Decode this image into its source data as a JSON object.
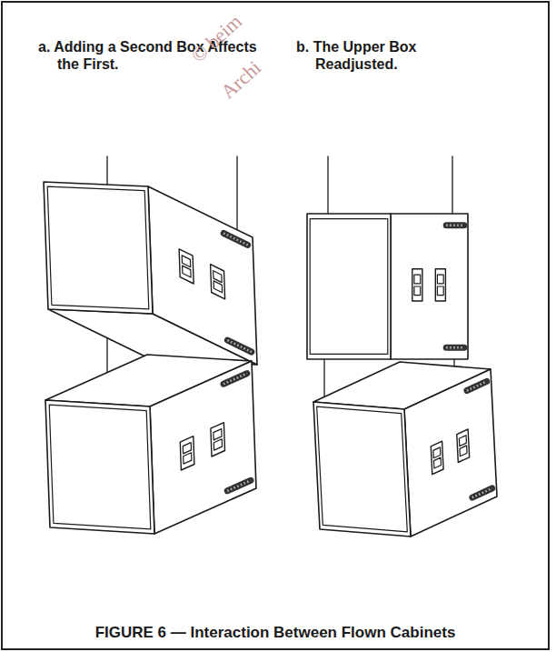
{
  "diagram": {
    "caption": "FIGURE 6 — Interaction Between Flown Cabinets",
    "labels": [
      "a. Adding a Second Box Affects the First.",
      "b. The Upper Box Readjusted.",
      "© beim",
      "Archi"
    ]
  }
}
